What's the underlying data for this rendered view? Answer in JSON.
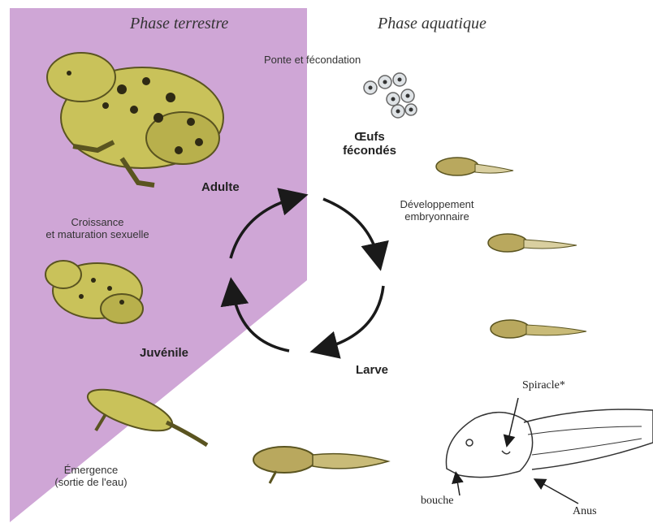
{
  "phases": {
    "terrestrial": "Phase terrestre",
    "aquatic": "Phase aquatique"
  },
  "stages": {
    "spawning": "Ponte et fécondation",
    "eggs": [
      "Œufs",
      "fécondés"
    ],
    "embryo": [
      "Développement",
      "embryonnaire"
    ],
    "larva": "Larve",
    "emergence": [
      "Émergence",
      "(sortie de l'eau)"
    ],
    "juvenile": "Juvénile",
    "growth": [
      "Croissance",
      "et maturation sexuelle"
    ],
    "adult": "Adulte"
  },
  "tadpole_anatomy": {
    "spiracle": "Spiracle*",
    "mouth": "bouche",
    "anus": "Anus"
  },
  "colors": {
    "terrestrial_bg": "#cfa6d6",
    "frog_body": "#c9c25a",
    "frog_spots": "#2f2a14",
    "tadpole": "#b9a85e",
    "arrow": "#1a1a1a"
  }
}
